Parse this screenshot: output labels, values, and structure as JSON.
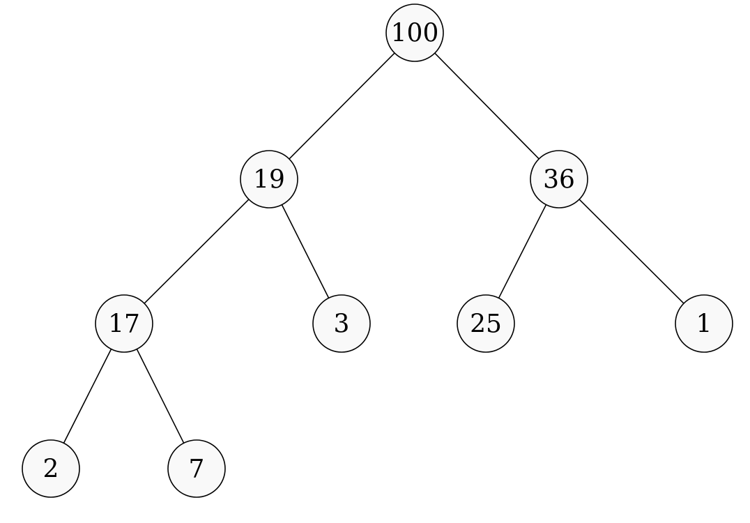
{
  "tree": {
    "nodes": [
      {
        "id": "n100",
        "label": "100"
      },
      {
        "id": "n19",
        "label": "19"
      },
      {
        "id": "n36",
        "label": "36"
      },
      {
        "id": "n17",
        "label": "17"
      },
      {
        "id": "n3",
        "label": "3"
      },
      {
        "id": "n25",
        "label": "25"
      },
      {
        "id": "n1",
        "label": "1"
      },
      {
        "id": "n2",
        "label": "2"
      },
      {
        "id": "n7",
        "label": "7"
      }
    ],
    "edges": [
      {
        "from": "n100",
        "to": "n19"
      },
      {
        "from": "n100",
        "to": "n36"
      },
      {
        "from": "n19",
        "to": "n17"
      },
      {
        "from": "n19",
        "to": "n3"
      },
      {
        "from": "n36",
        "to": "n25"
      },
      {
        "from": "n36",
        "to": "n1"
      },
      {
        "from": "n17",
        "to": "n2"
      },
      {
        "from": "n17",
        "to": "n7"
      }
    ],
    "colors": {
      "node_fill": "#f9f9f9",
      "stroke": "#000000",
      "text": "#000000"
    }
  }
}
